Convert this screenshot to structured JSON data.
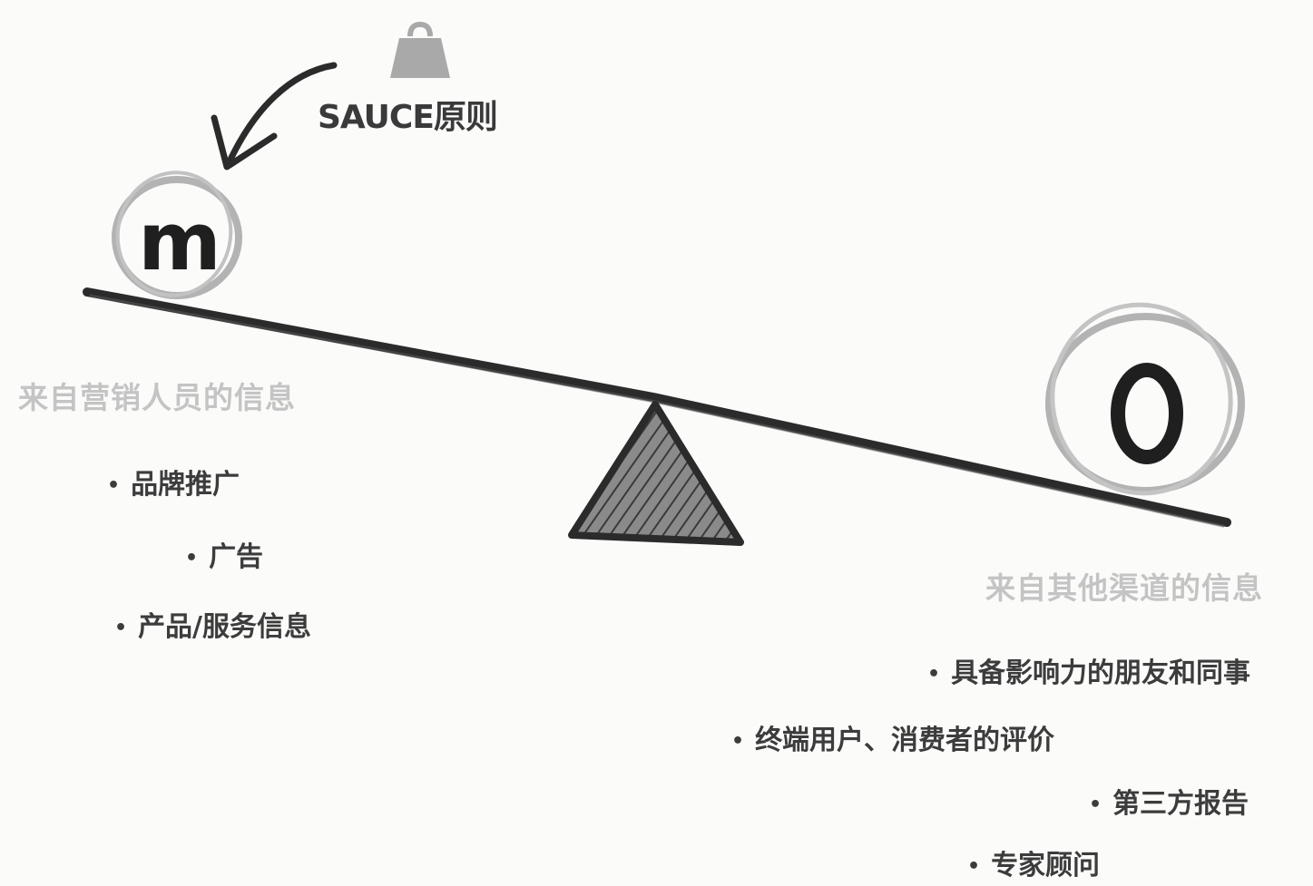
{
  "diagram": {
    "title": "SAUCE原则",
    "left_ball_letter": "m",
    "right_ball_letter": "o",
    "left_group": {
      "label": "来自营销人员的信息",
      "items": [
        "品牌推广",
        "广告",
        "产品/服务信息"
      ]
    },
    "right_group": {
      "label": "来自其他渠道的信息",
      "items": [
        "具备影响力的朋友和同事",
        "终端用户、消费者的评价",
        "第三方报告",
        "专家顾问"
      ]
    },
    "colors": {
      "ink": "#2b2b2b",
      "ring": "#b3b3b3",
      "weight": "#a9a9a9",
      "muted_label": "#c4c4c4"
    },
    "icons": {
      "weight": "weight-icon",
      "arrow": "curved-arrow-icon",
      "fulcrum": "fulcrum-triangle-icon"
    }
  }
}
